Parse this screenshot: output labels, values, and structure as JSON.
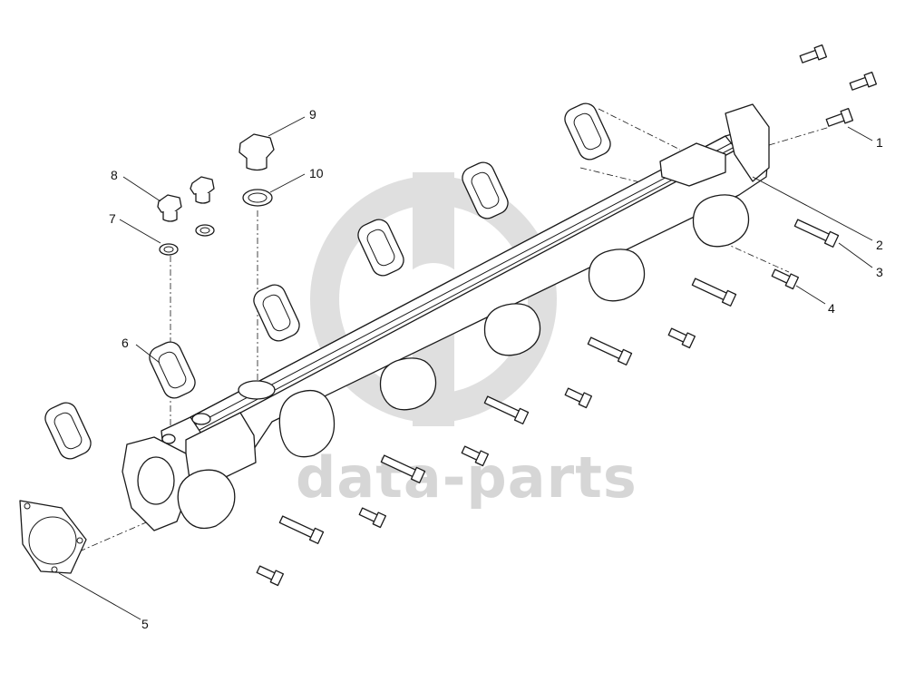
{
  "watermark": {
    "text": "data-parts",
    "color": "#d0d0d0"
  },
  "callouts": [
    "1",
    "2",
    "3",
    "4",
    "5",
    "6",
    "7",
    "8",
    "9",
    "10"
  ],
  "colors": {
    "line": "#1a1a1a",
    "background": "#ffffff"
  }
}
